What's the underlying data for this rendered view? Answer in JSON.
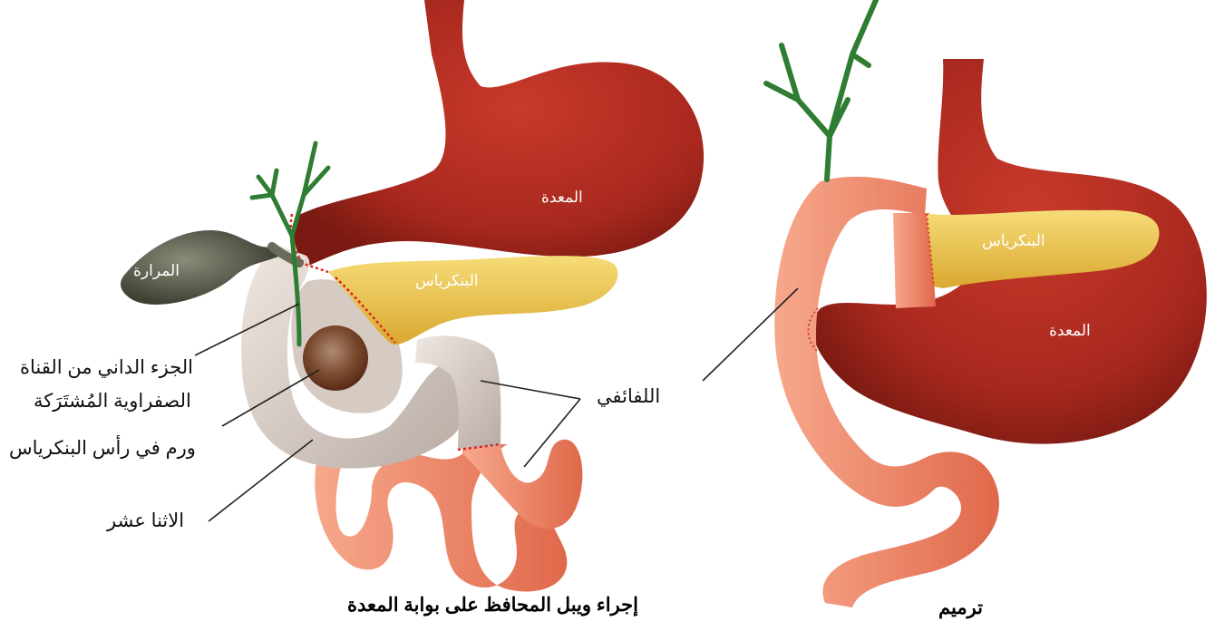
{
  "left_figure": {
    "caption": "إجراء ويبل المحافظ على بوابة المعدة",
    "labels": {
      "stomach": "المعدة",
      "gallbladder": "المرارة",
      "pancreas": "البنكرياس",
      "bile_duct_line1": "الجزء الداني من القناة",
      "bile_duct_line2": "الصفراوية المُشتَرَكة",
      "tumor": "ورم في رأس البنكرياس",
      "duodenum": "الاثنا عشر",
      "jejunum": "اللفائفي"
    }
  },
  "right_figure": {
    "caption": "ترميم",
    "labels": {
      "pancreas": "البنكرياس",
      "stomach": "المعدة"
    }
  },
  "colors": {
    "stomach": "#a8281e",
    "pancreas": "#e8c24a",
    "duodenum_removed": "#d9cfc8",
    "intestine": "#f08a6a",
    "bile_tree": "#2e7d32",
    "gallbladder": "#5a5c4c",
    "tumor": "#7a4a2e",
    "cut_line": "#e02020"
  }
}
